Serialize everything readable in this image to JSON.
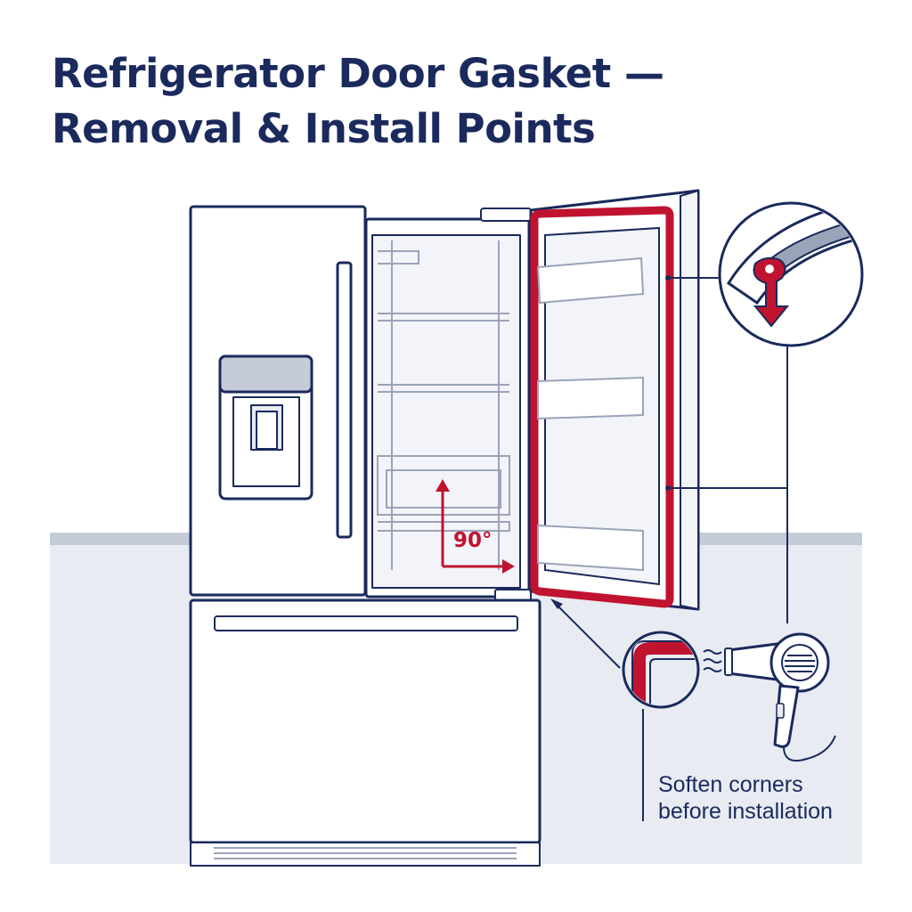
{
  "title": {
    "line1": "Refrigerator Door Gasket —",
    "line2": "Removal & Install Points"
  },
  "annotations": {
    "angle": "90°",
    "tip_line1": "Soften corners",
    "tip_line2": "before installation"
  },
  "icons": [
    "gasket-profile-detail-icon",
    "gasket-corner-detail-icon",
    "hair-dryer-icon",
    "water-dispenser-icon"
  ],
  "colors": {
    "outline": "#1a2a5c",
    "gasket": "#c0132f",
    "floor": "#e8ebf2",
    "wall_band": "#c5ccd8"
  }
}
